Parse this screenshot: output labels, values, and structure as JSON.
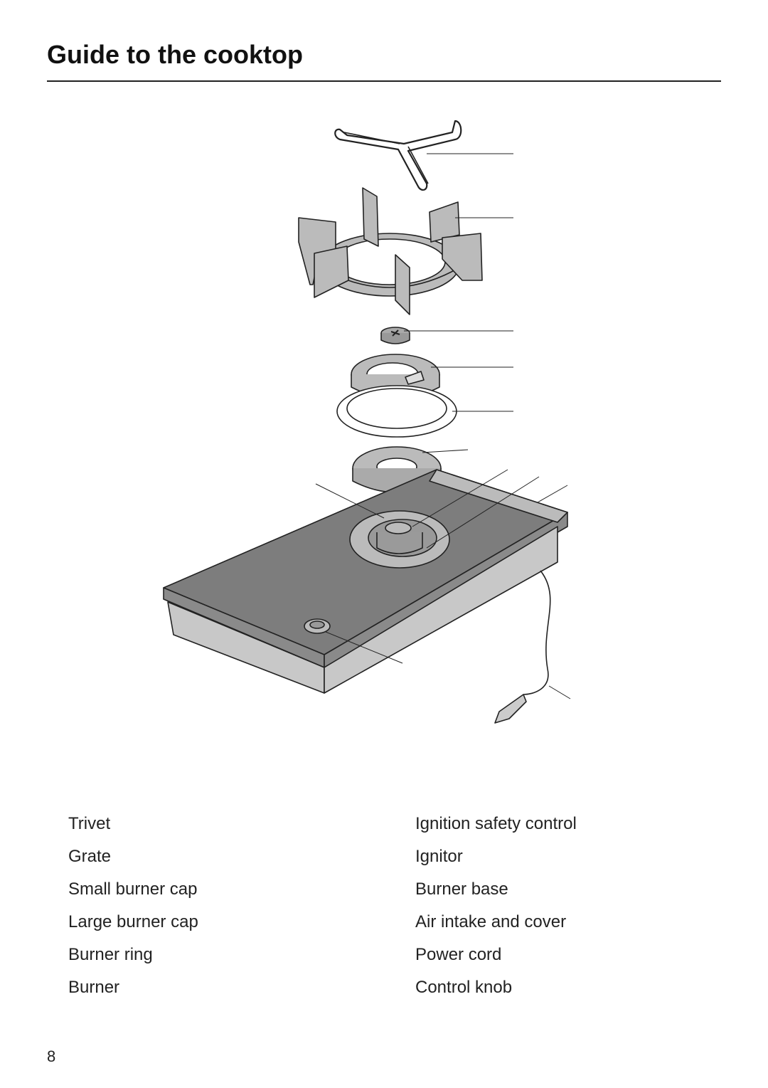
{
  "page": {
    "title": "Guide to the cooktop",
    "page_number": "8"
  },
  "legend": {
    "left": [
      "Trivet",
      "Grate",
      "Small burner cap",
      "Large burner cap",
      "Burner ring",
      "Burner"
    ],
    "right": [
      "Ignition safety control",
      "Ignitor",
      "Burner base",
      "Air intake and cover",
      "Power cord",
      "Control knob"
    ]
  },
  "figure": {
    "parts": [
      "trivet",
      "grate",
      "small-burner-cap",
      "large-burner-cap",
      "burner-ring",
      "burner",
      "ignition-safety-control",
      "ignitor",
      "burner-base",
      "air-intake-cover",
      "power-cord",
      "control-knob"
    ],
    "colors": {
      "surface": "#7d7d7d",
      "part": "#b8b8b8",
      "light": "#d6d6d6",
      "line": "#222222"
    }
  }
}
